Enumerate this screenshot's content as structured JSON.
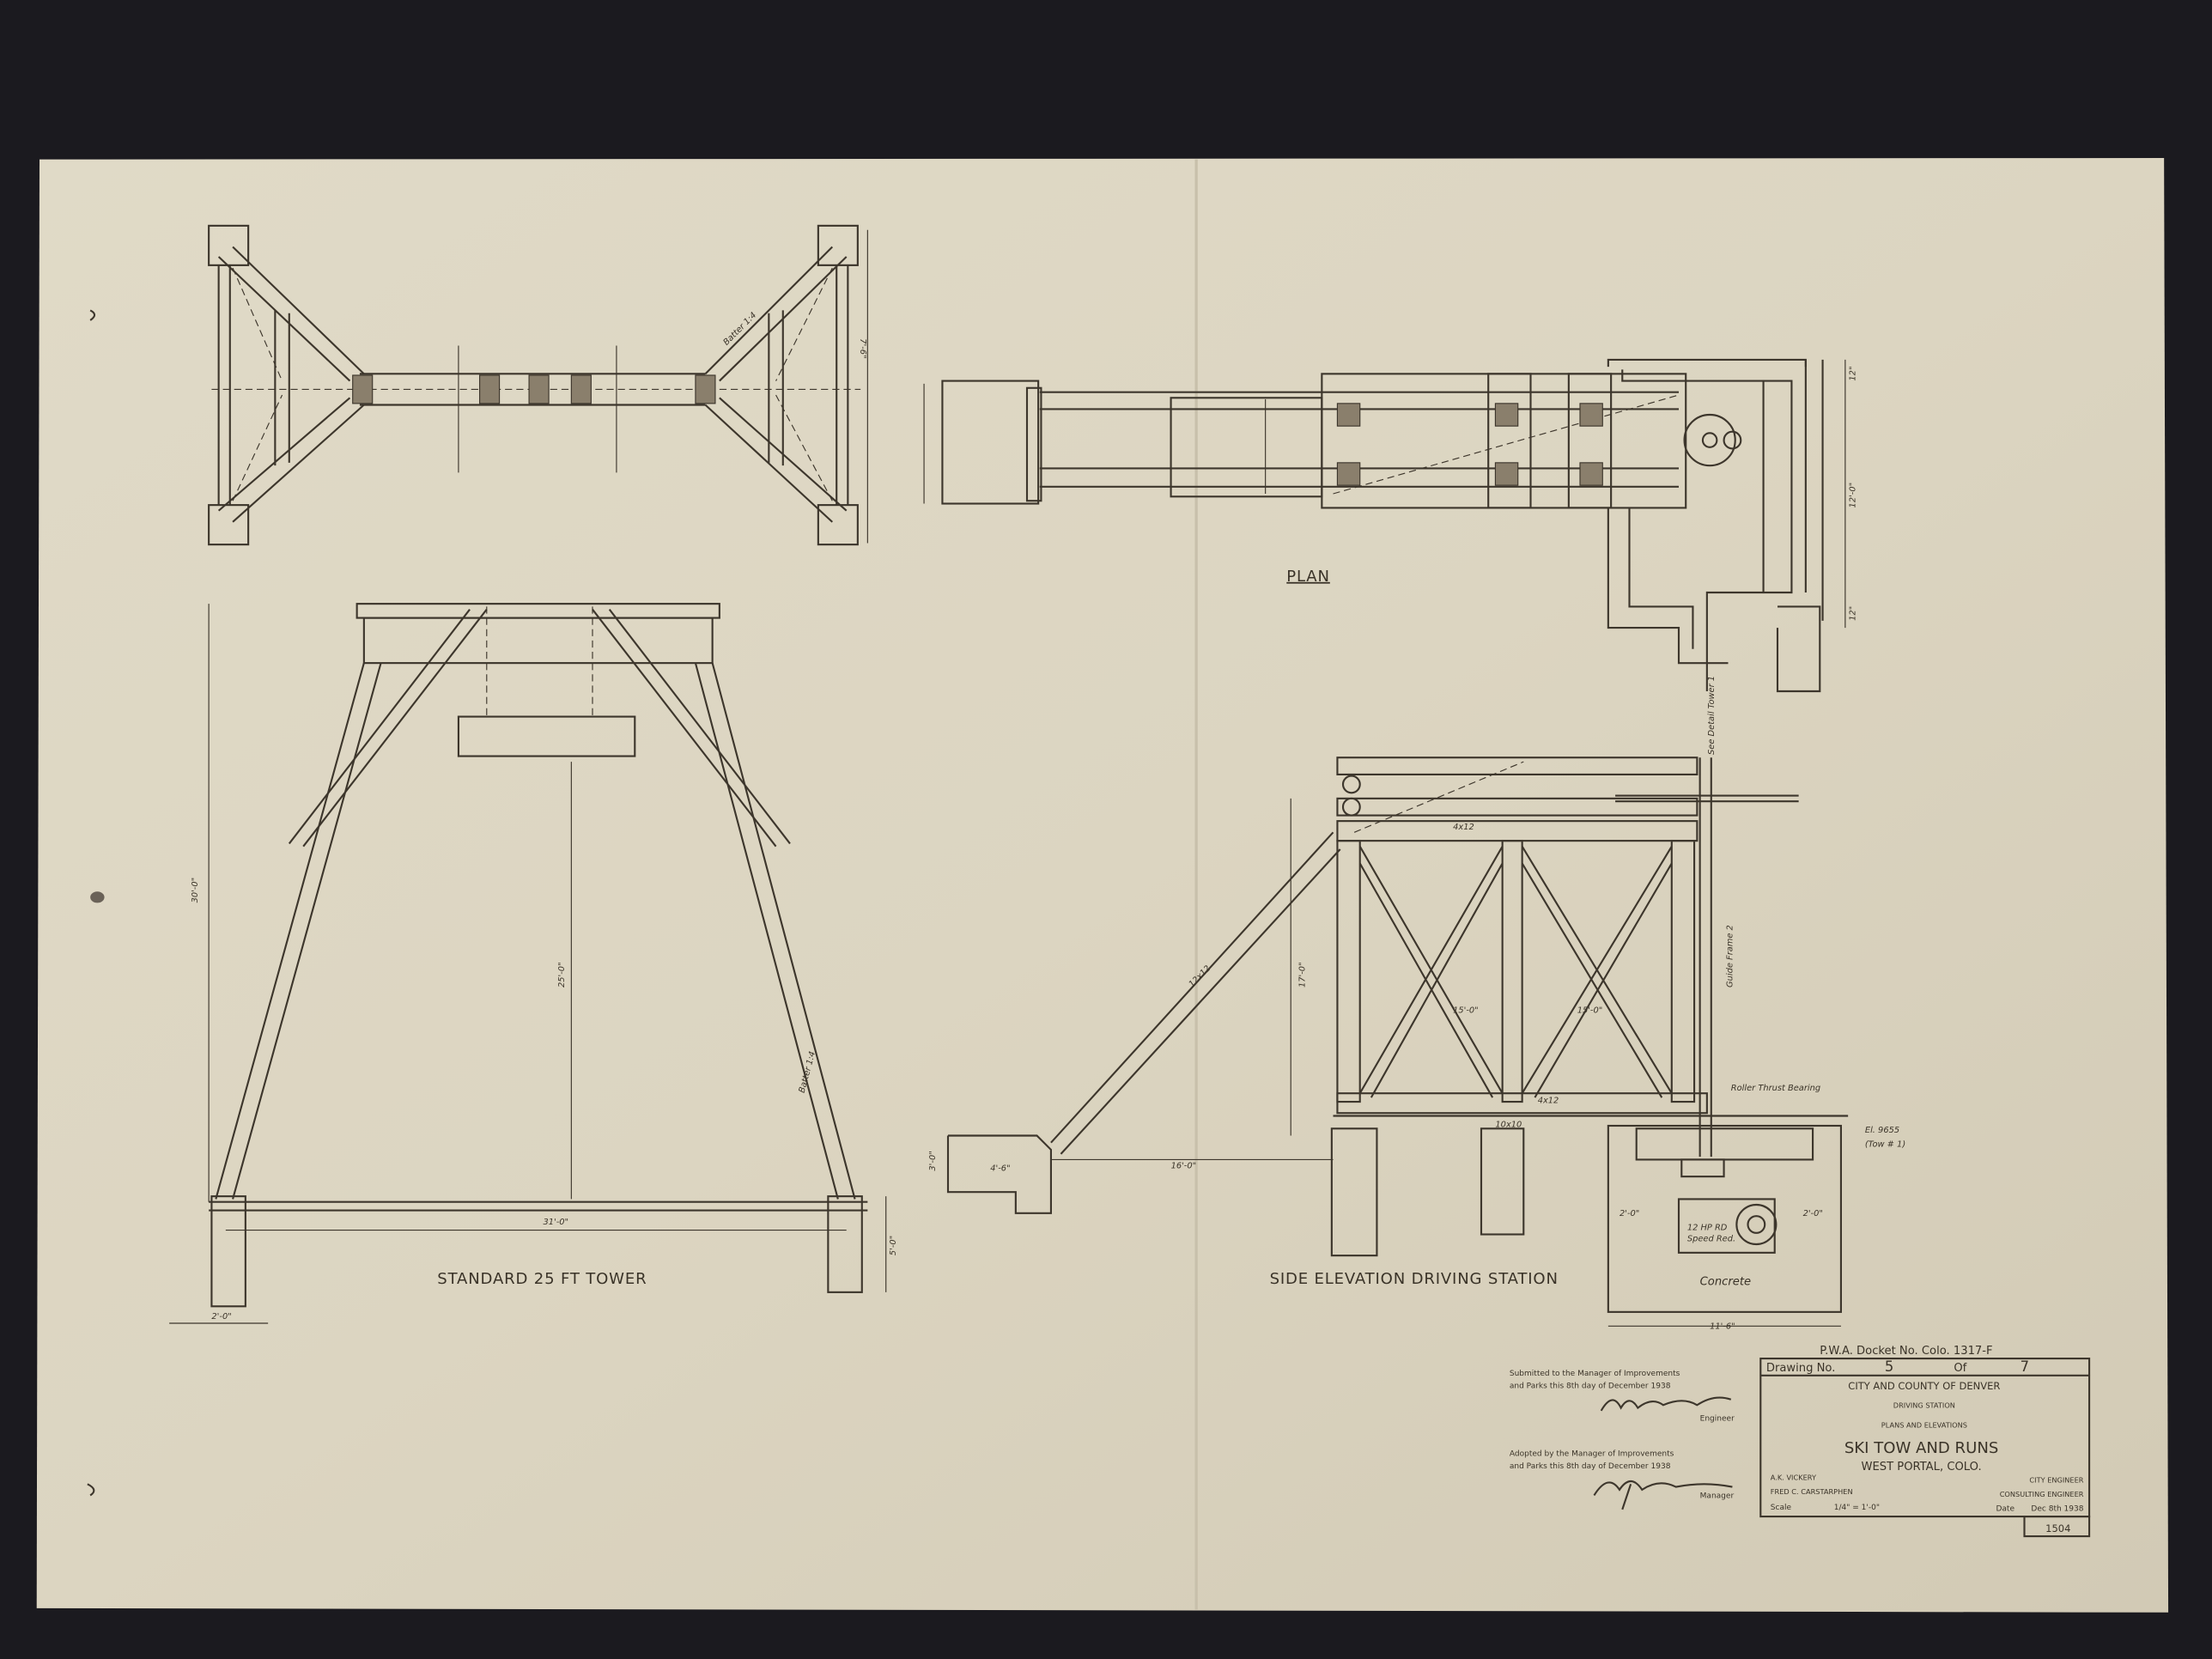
{
  "views": {
    "tower_label": "STANDARD 25 FT TOWER",
    "plan_label": "PLAN",
    "side_label": "SIDE ELEVATION DRIVING STATION"
  },
  "annotations": {
    "batter_top": "Batter 1:4",
    "batter_leg": "Batter 1:4",
    "roller_bearing": "Roller Thrust Bearing",
    "elevation": "El. 9655",
    "elevation_note": "(Tow # 1)",
    "concrete": "Concrete",
    "motor_1": "12 HP RD",
    "motor_2": "Speed Red.",
    "guide_frame": "Guide Frame 2",
    "see_detail": "See Detail Tower 1",
    "beam_4x12_a": "4x12",
    "beam_4x12_b": "4x12",
    "beam_10x10": "10x10",
    "beam_12x12": "12x12",
    "dim_tower_height": "30'-0\"",
    "dim_tower_base": "31'-0\"",
    "dim_tower_inner": "25'-0\"",
    "dim_foot": "2'-0\"",
    "dim_foot_depth": "5'-0\"",
    "dim_strut": "16'-0\"",
    "dim_footing": "4'-6\"",
    "dim_footing_h": "3'-0\"",
    "dim_frame_h": "17'-0\"",
    "dim_pit": "11'-6\"",
    "dim_pit_side_l": "2'-0\"",
    "dim_pit_side_r": "2'-0\"",
    "dim_plan_h": "12'-0\"",
    "dim_plan_w": "7'-6\"",
    "dim_bay_1": "15'-0\"",
    "dim_bay_2": "15'-0\"",
    "dim_plan_top": "12\"",
    "dim_plan_bot": "12\""
  },
  "approvals": {
    "submitted_1": "Submitted to the Manager of Improvements",
    "submitted_2": "and Parks this 8th day of December 1938",
    "engineer_role": "Engineer",
    "adopted_1": "Adopted by the Manager of Improvements",
    "adopted_2": "and Parks this 8th day of December 1938",
    "manager_role": "Manager"
  },
  "title_block": {
    "docket": "P.W.A. Docket No. Colo. 1317-F",
    "drawing_no_label": "Drawing No.",
    "drawing_no": "5",
    "of_label": "Of",
    "total": "7",
    "org": "CITY AND COUNTY OF DENVER",
    "subtitle_1": "DRIVING STATION",
    "subtitle_2": "PLANS AND ELEVATIONS",
    "project": "SKI TOW AND RUNS",
    "location": "WEST PORTAL, COLO.",
    "engineer_name": "A.K. VICKERY",
    "engineer_title": "CITY ENGINEER",
    "consultant_name": "FRED C. CARSTARPHEN",
    "consultant_title": "CONSULTING ENGINEER",
    "scale_label": "Scale",
    "scale": "1/4\" = 1'-0\"",
    "date_label": "Date",
    "date": "Dec 8th 1938",
    "sheet_number": "1504"
  },
  "colors": {
    "background": "#1b1a1f",
    "paper": "#dcd5c1",
    "ink": "#3d362c"
  }
}
